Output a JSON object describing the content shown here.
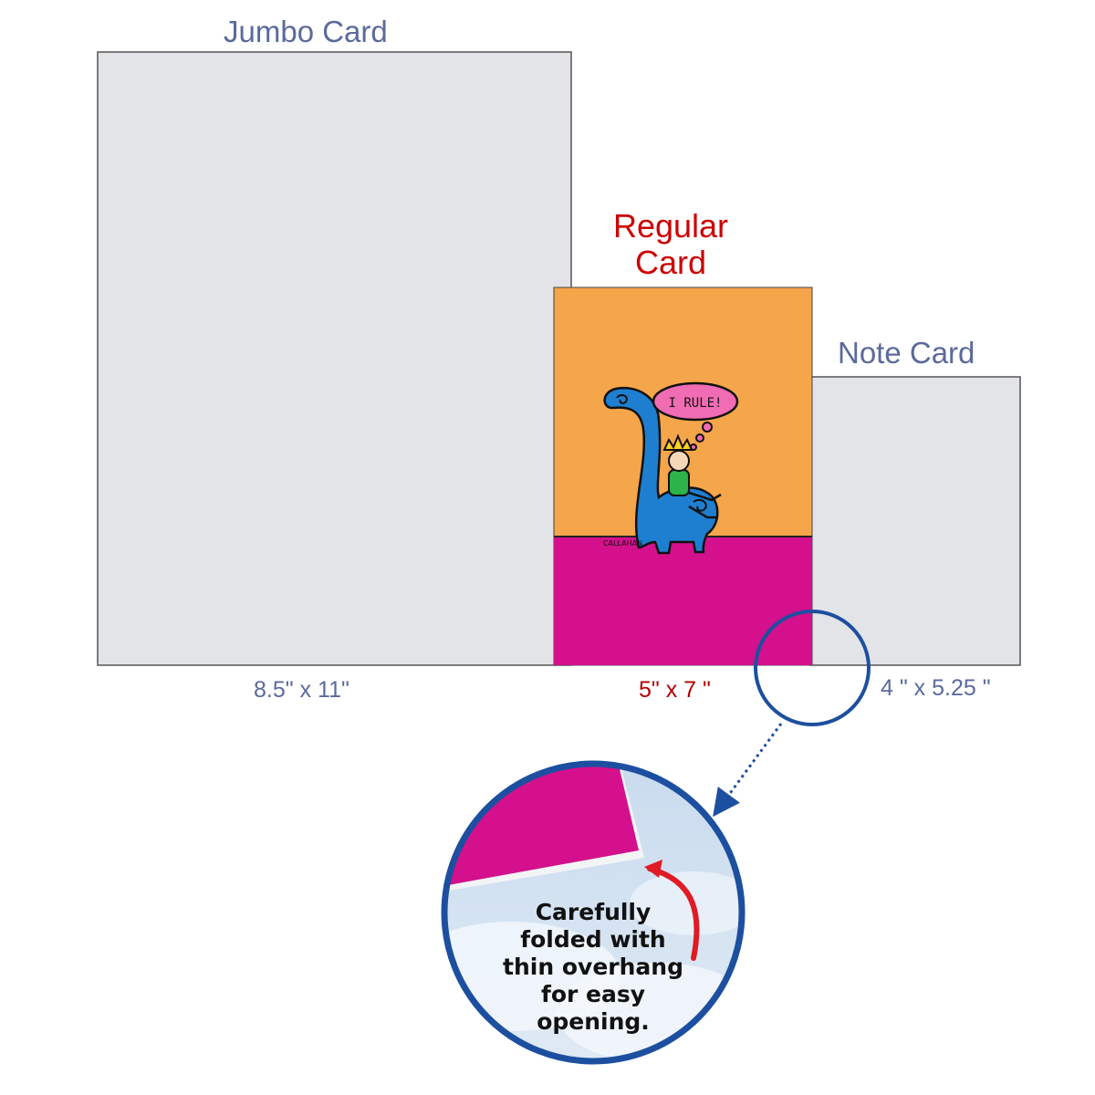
{
  "cards": {
    "jumbo": {
      "title": "Jumbo Card",
      "size": "8.5\"  x 11\""
    },
    "regular": {
      "title_line1": "Regular",
      "title_line2": "Card",
      "size": "5\" x 7 \""
    },
    "note": {
      "title": "Note Card",
      "size": "4 \" x 5.25 \""
    }
  },
  "card_art": {
    "speech": "I RULE!",
    "signature": "CALLAHAN"
  },
  "callout": {
    "line1": "Carefully",
    "line2": "folded with",
    "line3": "thin overhang",
    "line4": "for easy",
    "line5": "opening."
  },
  "colors": {
    "card_gray": "#e3e4e7",
    "orange": "#f5a54a",
    "magenta": "#d4108c",
    "dino_blue": "#1e7fd0",
    "circle_blue": "#1d4fa0",
    "label_blue": "#5b6a9c",
    "label_red": "#cc0000"
  }
}
